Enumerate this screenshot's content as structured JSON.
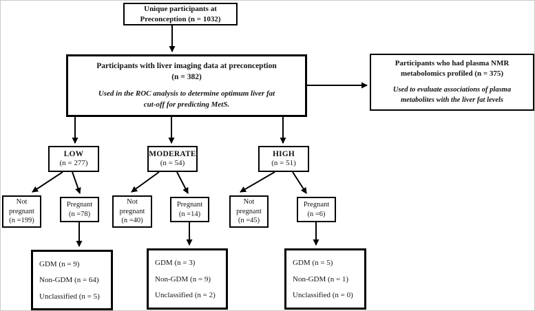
{
  "colors": {
    "line": "#000000",
    "box_background": "#ffffff",
    "text": "#141414",
    "frame": "#c9c9c9"
  },
  "nodes": {
    "unique": {
      "line1": "Unique participants at",
      "line2": "Preconception (n = 1032)"
    },
    "liver_imaging": {
      "title1": "Participants with liver imaging data at preconception",
      "title2": "(n = 382)",
      "note1": "Used in the ROC analysis to determine optimum liver fat",
      "note2": "cut-off for predicting MetS."
    },
    "nmr": {
      "title1": "Participants who had plasma NMR",
      "title2": "metabolomics profiled (n = 375)",
      "note1": "Used to evaluate associations of plasma",
      "note2": "metabolites with the liver fat levels"
    },
    "low": {
      "label": "LOW",
      "count": "(n = 277)"
    },
    "moderate": {
      "label": "MODERATE",
      "count": "(n = 54)"
    },
    "high": {
      "label": "HIGH",
      "count": "(n = 51)"
    },
    "low_not_pregnant": {
      "label": "Not pregnant",
      "count": "(n =199)"
    },
    "low_pregnant": {
      "label": "Pregnant",
      "count": "(n =78)"
    },
    "moderate_not_pregnant": {
      "label": "Not pregnant",
      "count": "(n =40)"
    },
    "moderate_pregnant": {
      "label": "Pregnant",
      "count": "(n =14)"
    },
    "high_not_pregnant": {
      "label": "Not pregnant",
      "count": "(n =45)"
    },
    "high_pregnant": {
      "label": "Pregnant",
      "count": "(n =6)"
    },
    "low_outcomes": {
      "items": [
        "GDM (n = 9)",
        "Non-GDM (n = 64)",
        "Unclassified (n = 5)"
      ]
    },
    "moderate_outcomes": {
      "items": [
        "GDM (n = 3)",
        "Non-GDM (n = 9)",
        "Unclassified (n = 2)"
      ]
    },
    "high_outcomes": {
      "items": [
        "GDM (n = 5)",
        "Non-GDM (n = 1)",
        "Unclassified (n = 0)"
      ]
    }
  }
}
